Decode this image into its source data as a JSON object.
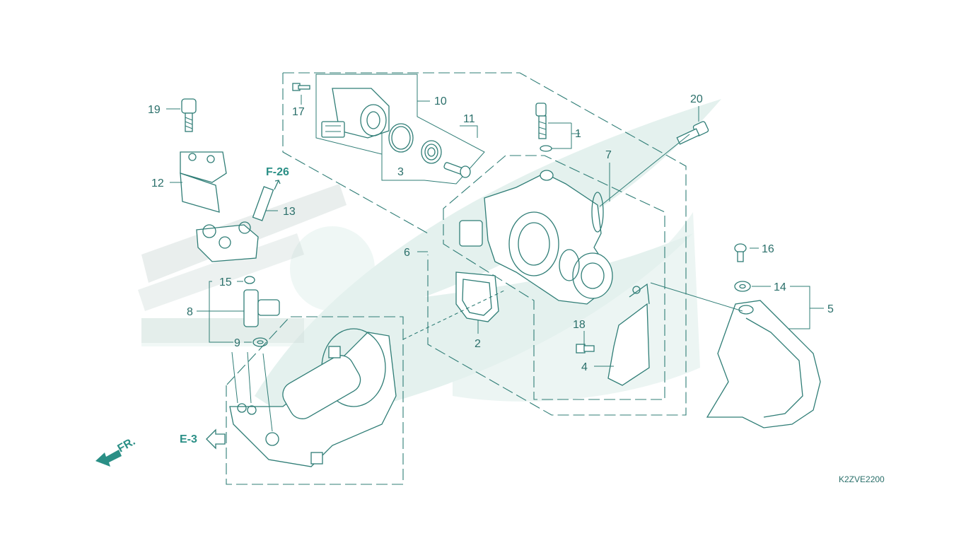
{
  "diagram": {
    "code": "K2ZVE2200",
    "refs": {
      "front": "FR.",
      "f26": "F-26",
      "e3": "E-3"
    },
    "callouts": [
      {
        "id": "1",
        "text": "1"
      },
      {
        "id": "2",
        "text": "2"
      },
      {
        "id": "3",
        "text": "3"
      },
      {
        "id": "4",
        "text": "4"
      },
      {
        "id": "5",
        "text": "5"
      },
      {
        "id": "6",
        "text": "6"
      },
      {
        "id": "7",
        "text": "7"
      },
      {
        "id": "8",
        "text": "8"
      },
      {
        "id": "9",
        "text": "9"
      },
      {
        "id": "10",
        "text": "10"
      },
      {
        "id": "11",
        "text": "11"
      },
      {
        "id": "12",
        "text": "12"
      },
      {
        "id": "13",
        "text": "13"
      },
      {
        "id": "14",
        "text": "14"
      },
      {
        "id": "15",
        "text": "15"
      },
      {
        "id": "16",
        "text": "16"
      },
      {
        "id": "17",
        "text": "17"
      },
      {
        "id": "18",
        "text": "18"
      },
      {
        "id": "19",
        "text": "19"
      },
      {
        "id": "20",
        "text": "20"
      }
    ],
    "colors": {
      "ink": "#2f7d76",
      "watermark": "#e4f1ee"
    }
  }
}
